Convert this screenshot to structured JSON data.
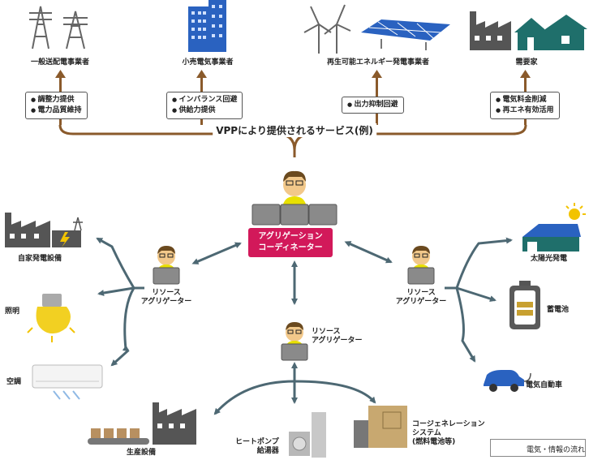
{
  "top_entities": [
    {
      "label": "一般送配電事業者",
      "services": [
        "調整力提供",
        "電力品質維持"
      ]
    },
    {
      "label": "小売電気事業者",
      "services": [
        "インバランス回避",
        "供給力提供"
      ]
    },
    {
      "label": "再生可能エネルギー発電事業者",
      "services": [
        "出力抑制回避"
      ]
    },
    {
      "label": "需要家",
      "services": [
        "電気料金削減",
        "再エネ有効活用"
      ]
    }
  ],
  "services_title": "VPPにより提供されるサービス(例)",
  "coordinator": {
    "line1": "アグリゲーション",
    "line2": "コーディネーター"
  },
  "resource_aggregator": {
    "line1": "リソース",
    "line2": "アグリゲーター"
  },
  "left_resources": [
    "自家発電設備",
    "照明",
    "空調"
  ],
  "right_resources": [
    "太陽光発電",
    "蓄電池",
    "電気自動車"
  ],
  "bottom_resources": {
    "production": "生産設備",
    "heatpump": {
      "line1": "ヒートポンプ",
      "line2": "給湯器"
    },
    "cogen": {
      "line1": "コージェネレーション",
      "line2": "システム",
      "line3": "(燃料電池等)"
    }
  },
  "legend": "電気・情報の流れ",
  "colors": {
    "brown": "#8a5a2b",
    "teal_arrow": "#4d6873",
    "coordinator": "#d2195a",
    "building_blue": "#2a62c0",
    "house_teal": "#1f6f6b"
  }
}
